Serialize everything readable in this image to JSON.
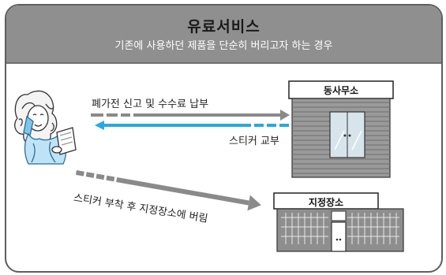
{
  "header": {
    "title": "유료서비스",
    "subtitle": "기존에 사용하던 제품을 단순히 버리고자 하는 경우"
  },
  "flow": {
    "report_label": "폐가전 신고 및 수수료 납부",
    "sticker_issue_label": "스티커 교부",
    "dispose_label": "스티커 부착 후 지정장소에 버림"
  },
  "buildings": {
    "office": "동사무소",
    "designated": "지정장소"
  },
  "colors": {
    "header_bg": "#8f8f8f",
    "arrow_gray": "#8a8a8a",
    "arrow_blue": "#27a9e1",
    "frame": "#5e5e5e"
  }
}
